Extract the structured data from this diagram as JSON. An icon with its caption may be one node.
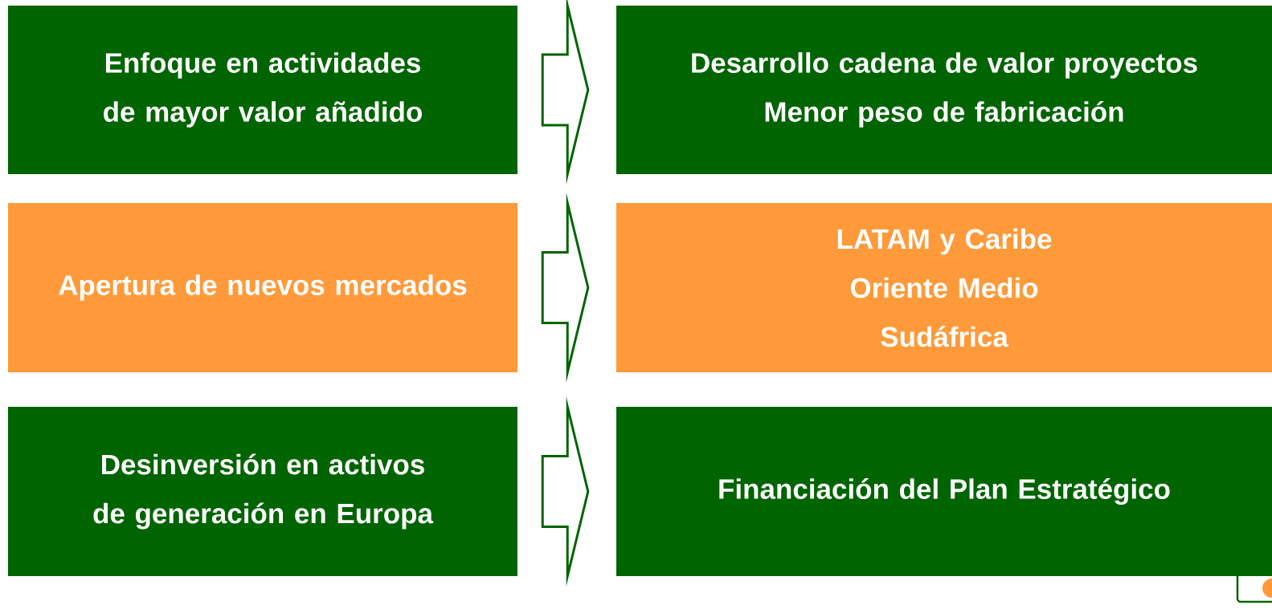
{
  "diagram": {
    "nodes": [
      {
        "text": [
          "Enfoque en actividades de mayor valor añadido"
        ]
      },
      {
        "text": [
          "Desarrollo cadena de valor proyectos",
          "Menor peso de fabricación"
        ]
      },
      {
        "text": [
          "Apertura de nuevos mercados"
        ]
      },
      {
        "text": [
          "LATAM y Caribe",
          "Oriente Medio",
          "Sudáfrica"
        ]
      },
      {
        "text": [
          "Desinversión en activos de generación en Europa"
        ]
      },
      {
        "text": [
          "Financiación del Plan Estratégico"
        ]
      }
    ],
    "edges": [
      {
        "from": 0,
        "to": 1,
        "arrow": "to"
      },
      {
        "from": 2,
        "to": 3,
        "arrow": "to"
      },
      {
        "from": 4,
        "to": 5,
        "arrow": "to"
      }
    ]
  }
}
